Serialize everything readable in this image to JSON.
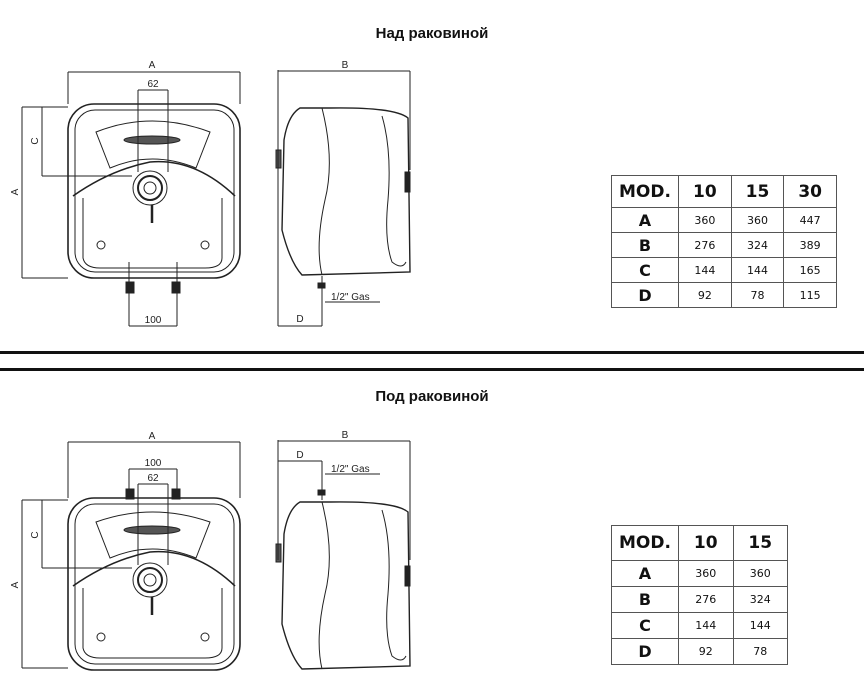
{
  "sections": [
    {
      "title": "Над раковиной",
      "dims": {
        "a": "A",
        "b": "B",
        "c": "C",
        "d": "D",
        "d62": "62",
        "d100": "100",
        "gas": "1/2\" Gas"
      },
      "table": {
        "header": [
          "MOD.",
          "10",
          "15",
          "30"
        ],
        "rows": [
          {
            "label": "A",
            "values": [
              "360",
              "360",
              "447"
            ]
          },
          {
            "label": "B",
            "values": [
              "276",
              "324",
              "389"
            ]
          },
          {
            "label": "C",
            "values": [
              "144",
              "144",
              "165"
            ]
          },
          {
            "label": "D",
            "values": [
              "92",
              "78",
              "115"
            ]
          }
        ]
      }
    },
    {
      "title": "Под раковиной",
      "dims": {
        "a": "A",
        "b": "B",
        "c": "C",
        "d": "D",
        "d62": "62",
        "d100": "100",
        "gas": "1/2\" Gas"
      },
      "table": {
        "header": [
          "MOD.",
          "10",
          "15"
        ],
        "rows": [
          {
            "label": "A",
            "values": [
              "360",
              "360"
            ]
          },
          {
            "label": "B",
            "values": [
              "276",
              "324"
            ]
          },
          {
            "label": "C",
            "values": [
              "144",
              "144"
            ]
          },
          {
            "label": "D",
            "values": [
              "92",
              "78"
            ]
          }
        ]
      }
    }
  ]
}
